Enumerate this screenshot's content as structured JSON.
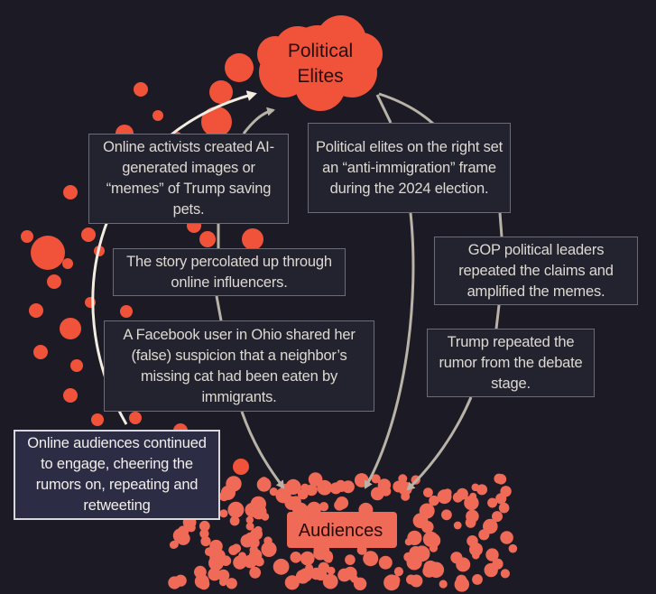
{
  "nodes": {
    "elites": "Political Elites",
    "elites_lines": [
      "Political",
      "Elites"
    ],
    "audiences": "Audiences"
  },
  "boxes": {
    "activists": "Online activists created AI-generated images or “memes” of Trump saving pets.",
    "elites_frame": "Political elites on the right set an “anti-immigration” frame during the 2024 election.",
    "percolated": "The story percolated up through online influencers.",
    "gop": "GOP political leaders repeated the claims and amplified the memes.",
    "facebook": "A Facebook user in Ohio shared her (false) suspicion that a neighbor’s missing cat had been eaten by immigrants.",
    "trump": "Trump repeated the rumor from the debate stage.",
    "audiences_engage": "Online audiences continued to engage, cheering the rumors on, repeating and retweeting"
  },
  "colors": {
    "background": "#1b1a25",
    "dot": "#f0533a",
    "audience_dot": "#ef6a57",
    "arrow": "#b9b3a7",
    "arrow_highlight": "#f3ece0"
  }
}
